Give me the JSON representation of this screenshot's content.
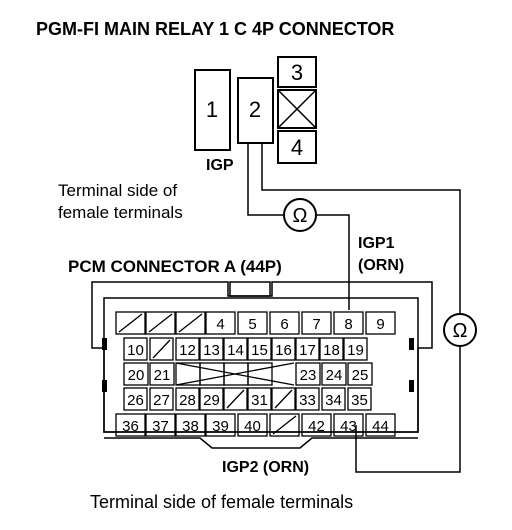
{
  "title": "PGM-FI MAIN RELAY 1 C 4P CONNECTOR",
  "relay": {
    "pins": [
      "1",
      "2",
      "3",
      "4"
    ],
    "igp_label": "IGP",
    "terminal_side_line1": "Terminal side of",
    "terminal_side_line2": "female terminals"
  },
  "pcm": {
    "title": "PCM CONNECTOR A (44P)",
    "igp1_label_line1": "IGP1",
    "igp1_label_line2": "(ORN)",
    "igp2_label": "IGP2 (ORN)",
    "row1": [
      "",
      "",
      "",
      "4",
      "5",
      "6",
      "7",
      "8",
      "9"
    ],
    "row2": [
      "10",
      "",
      "12",
      "13",
      "14",
      "15",
      "16",
      "17",
      "18",
      "19"
    ],
    "row3": [
      "20",
      "21",
      "",
      "",
      "",
      "",
      "23",
      "24",
      "25"
    ],
    "row4": [
      "26",
      "27",
      "28",
      "29",
      "",
      "31",
      "",
      "33",
      "34",
      "35"
    ],
    "row5": [
      "36",
      "37",
      "38",
      "39",
      "40",
      "",
      "42",
      "43",
      "44"
    ]
  },
  "meter_symbol": "Ω",
  "footer": "Terminal side of female terminals"
}
